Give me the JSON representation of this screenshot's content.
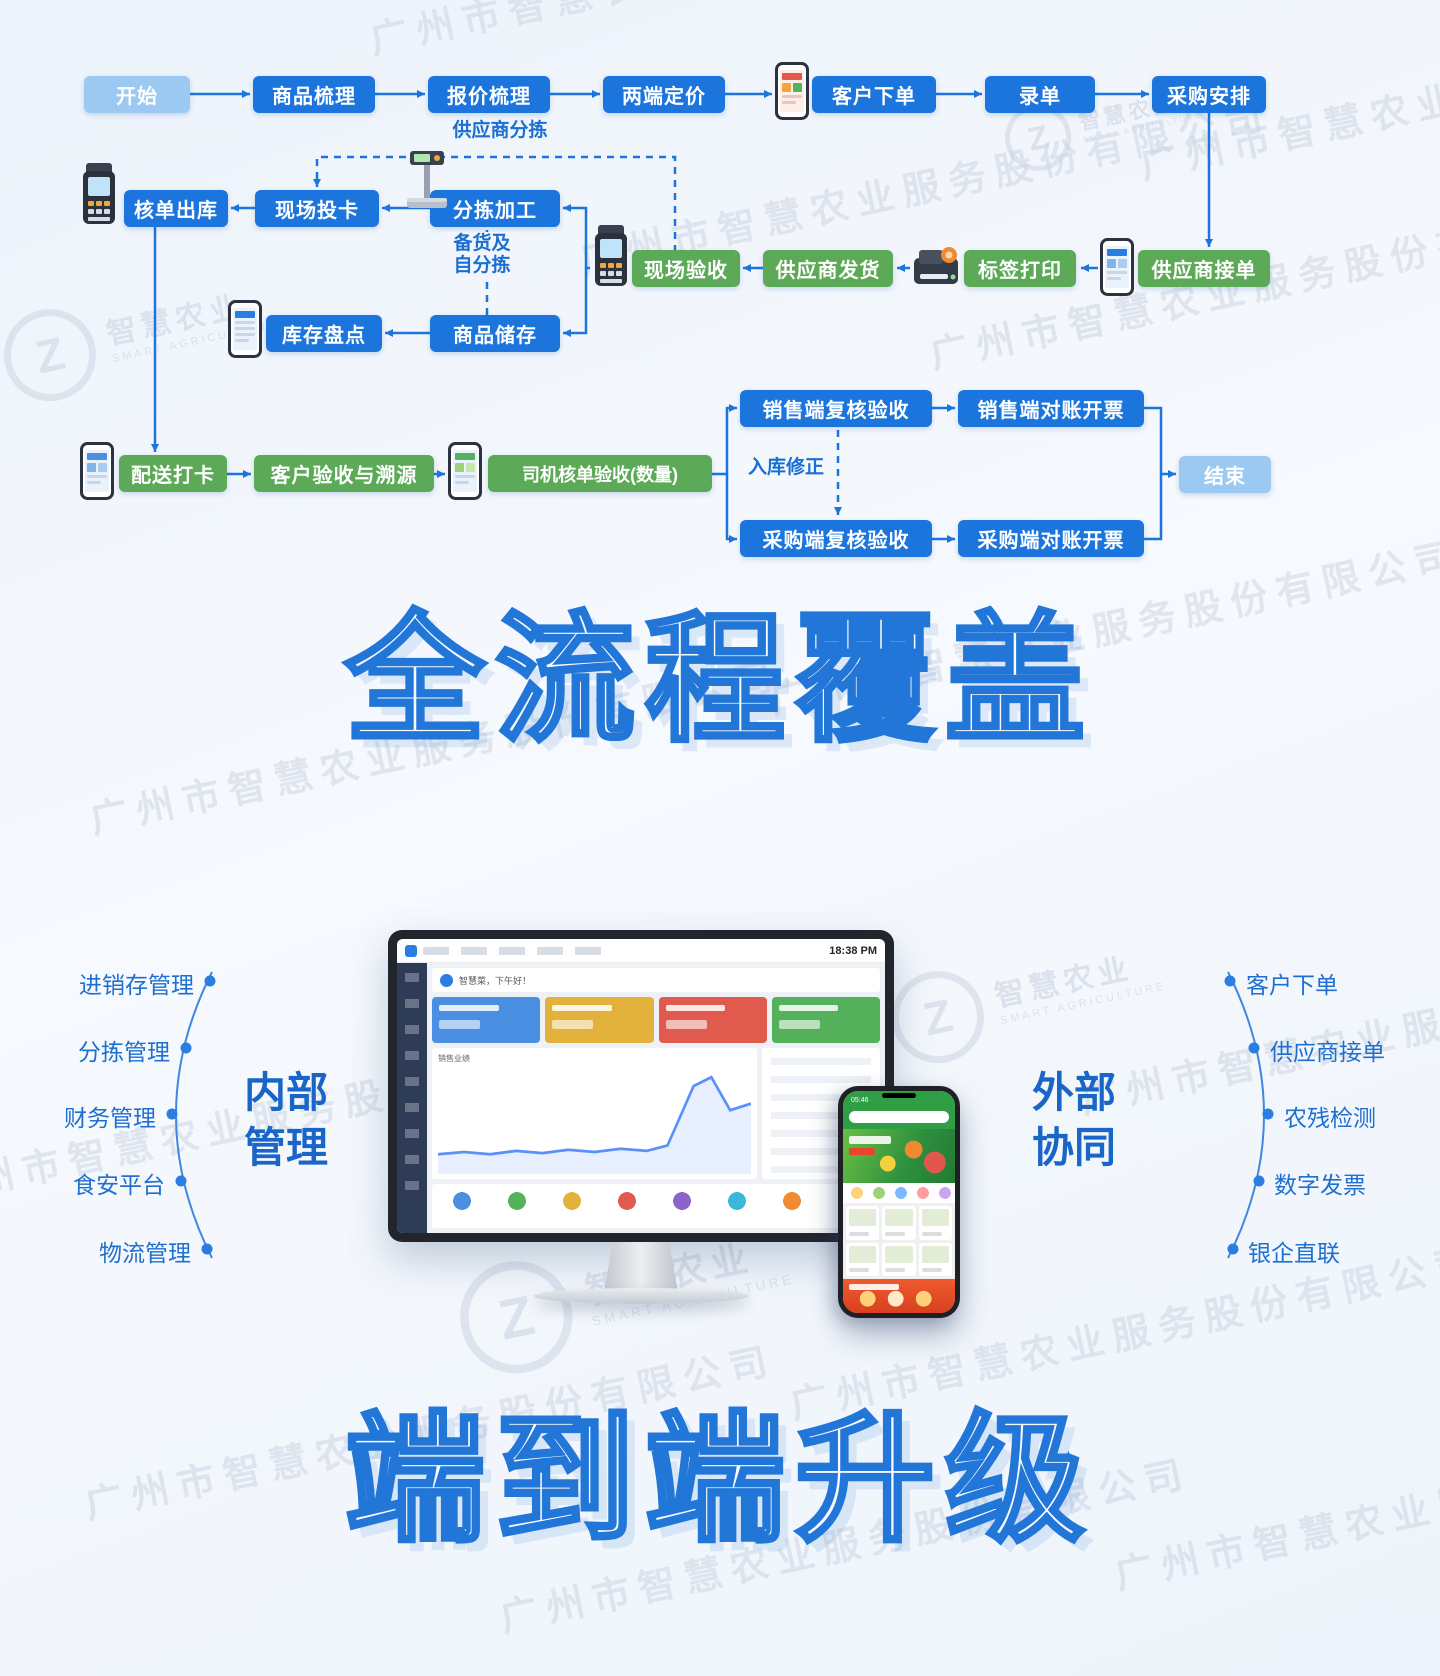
{
  "titles": {
    "full_process": "全流程覆盖",
    "end_to_end": "端到端升级"
  },
  "watermark": {
    "company": "广州市智慧农业服务股份有限公司",
    "brand": "智慧农业",
    "brand_en": "SMART AGRICULTURE",
    "logo_letter": "Z"
  },
  "colors": {
    "flow_blue": "#1b75dd",
    "flow_green": "#5ca957",
    "flow_light_blue": "#9cc9f2",
    "accent_blue": "#1b6fd0",
    "title_outline": "#2276d8"
  },
  "flowchart": {
    "nodes": {
      "start": "开始",
      "goods_sorting": "商品梳理",
      "quote_sorting": "报价梳理",
      "dual_pricing": "两端定价",
      "customer_order": "客户下单",
      "order_entry": "录单",
      "purchase_plan": "采购安排",
      "supplier_accept": "供应商接单",
      "label_print": "标签打印",
      "supplier_ship": "供应商发货",
      "site_inspect": "现场验收",
      "sorting_process": "分拣加工",
      "site_card": "现场投卡",
      "verify_outbound": "核单出库",
      "goods_storage": "商品储存",
      "stock_count": "库存盘点",
      "delivery_punch": "配送打卡",
      "customer_trace": "客户验收与溯源",
      "driver_verify": "司机核单验收(数量)",
      "sales_recheck": "销售端复核验收",
      "sales_invoice": "销售端对账开票",
      "purchase_recheck": "采购端复核验收",
      "purchase_invoice": "采购端对账开票",
      "end": "结束"
    },
    "labels": {
      "supplier_sorting": "供应商分拣",
      "prep_line1": "备货及",
      "prep_line2": "自分拣",
      "storage_fix": "入库修正"
    },
    "icons": {
      "customer_order": "smartphone-icon",
      "supplier_accept": "smartphone-icon",
      "label_print": "label-printer-icon",
      "site_inspect": "handheld-terminal-icon",
      "verify_outbound": "handheld-terminal-icon",
      "sorting_process": "weighing-scale-icon",
      "stock_count": "smartphone-icon",
      "delivery_punch": "smartphone-icon",
      "driver_verify": "smartphone-icon"
    }
  },
  "platform": {
    "internal": {
      "title": [
        "内部",
        "管理"
      ],
      "items": [
        "进销存管理",
        "分拣管理",
        "财务管理",
        "食安平台",
        "物流管理"
      ]
    },
    "external": {
      "title": [
        "外部",
        "协同"
      ],
      "items": [
        "客户下单",
        "供应商接单",
        "农残检测",
        "数字发票",
        "银企直联"
      ]
    }
  },
  "dashboard": {
    "time": "18:38 PM",
    "greeting": "智慧菜，下午好！",
    "chart_title": "销售业绩"
  },
  "phone": {
    "status_time": "05:46"
  }
}
